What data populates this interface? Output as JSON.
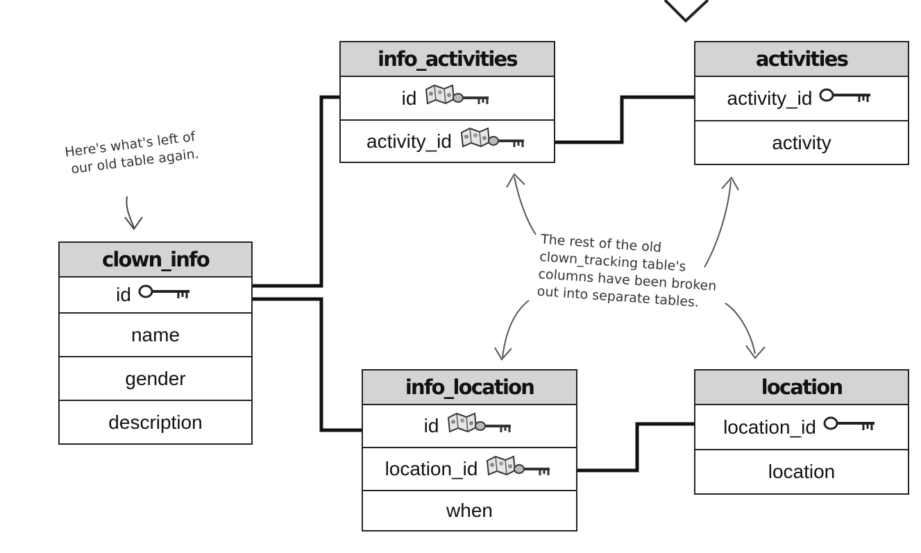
{
  "tables": {
    "info_activities": {
      "title": "info_activities",
      "rows": [
        "id",
        "activity_id"
      ]
    },
    "activities": {
      "title": "activities",
      "rows": [
        "activity_id",
        "activity"
      ]
    },
    "clown_info": {
      "title": "clown_info",
      "rows": [
        "id",
        "name",
        "gender",
        "description"
      ]
    },
    "info_location": {
      "title": "info_location",
      "rows": [
        "id",
        "location_id",
        "when"
      ]
    },
    "location": {
      "title": "location",
      "rows": [
        "location_id",
        "location"
      ]
    }
  },
  "notes": {
    "left": [
      "Here's what's left of",
      "our old table again."
    ],
    "center": [
      "The rest of the old",
      "clown_tracking table's",
      "columns have been broken",
      "out into separate tables."
    ]
  },
  "icons": {
    "primary_key": "key-icon",
    "foreign_key": "map-key-icon"
  }
}
